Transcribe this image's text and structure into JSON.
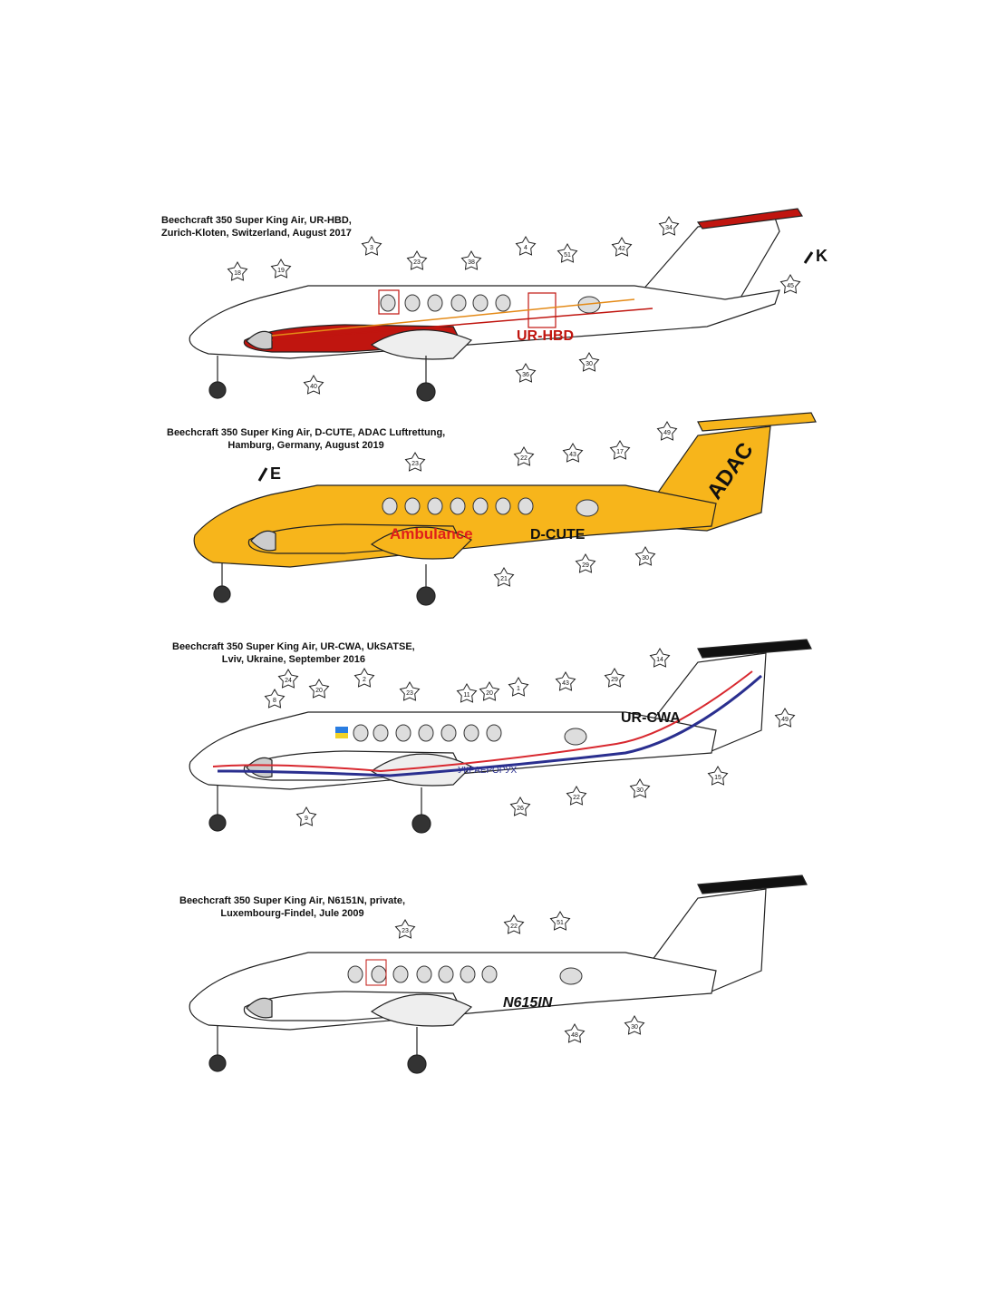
{
  "schemes": [
    {
      "caption_line1": "Beechcraft 350 Super King Air, UR-HBD,",
      "caption_line2": "Zurich-Kloten, Switzerland, August 2017",
      "registration": "UR-HBD",
      "fuselage_color": "#ffffff",
      "accent_color": "#c0150f",
      "paint_marker_letter": "K",
      "callouts": [
        "18",
        "19",
        "3",
        "23",
        "38",
        "4",
        "51",
        "42",
        "34",
        "45",
        "30",
        "36",
        "40"
      ]
    },
    {
      "caption_line1": "Beechcraft 350 Super King Air, D-CUTE, ADAC Luftrettung,",
      "caption_line2": "Hamburg, Germany, August 2019",
      "registration": "D-CUTE",
      "tail_text": "ADAC",
      "side_text": "Ambulance",
      "fuselage_color": "#f7b51b",
      "accent_color": "#e0201a",
      "paint_marker_letter": "E",
      "callouts": [
        "23",
        "22",
        "43",
        "17",
        "49",
        "21",
        "29",
        "30"
      ]
    },
    {
      "caption_line1": "Beechcraft 350 Super King Air, UR-CWA, UkSATSE,",
      "caption_line2": "Lviv, Ukraine, September 2016",
      "registration": "UR-CWA",
      "side_text": "УКРАЕРОРУХ",
      "fuselage_color": "#ffffff",
      "accent_color": "#2a2f8f",
      "stripe_color": "#d8282f",
      "callouts": [
        "8",
        "24",
        "20",
        "2",
        "23",
        "11",
        "20",
        "1",
        "43",
        "29",
        "14",
        "49",
        "15",
        "30",
        "22",
        "26",
        "9"
      ]
    },
    {
      "caption_line1": "Beechcraft 350 Super King Air, N6151N, private,",
      "caption_line2": "Luxembourg-Findel, Jule 2009",
      "registration": "N615IN",
      "fuselage_color": "#ffffff",
      "accent_color": "#1a1a1a",
      "callouts": [
        "23",
        "22",
        "51",
        "48",
        "30"
      ]
    }
  ]
}
